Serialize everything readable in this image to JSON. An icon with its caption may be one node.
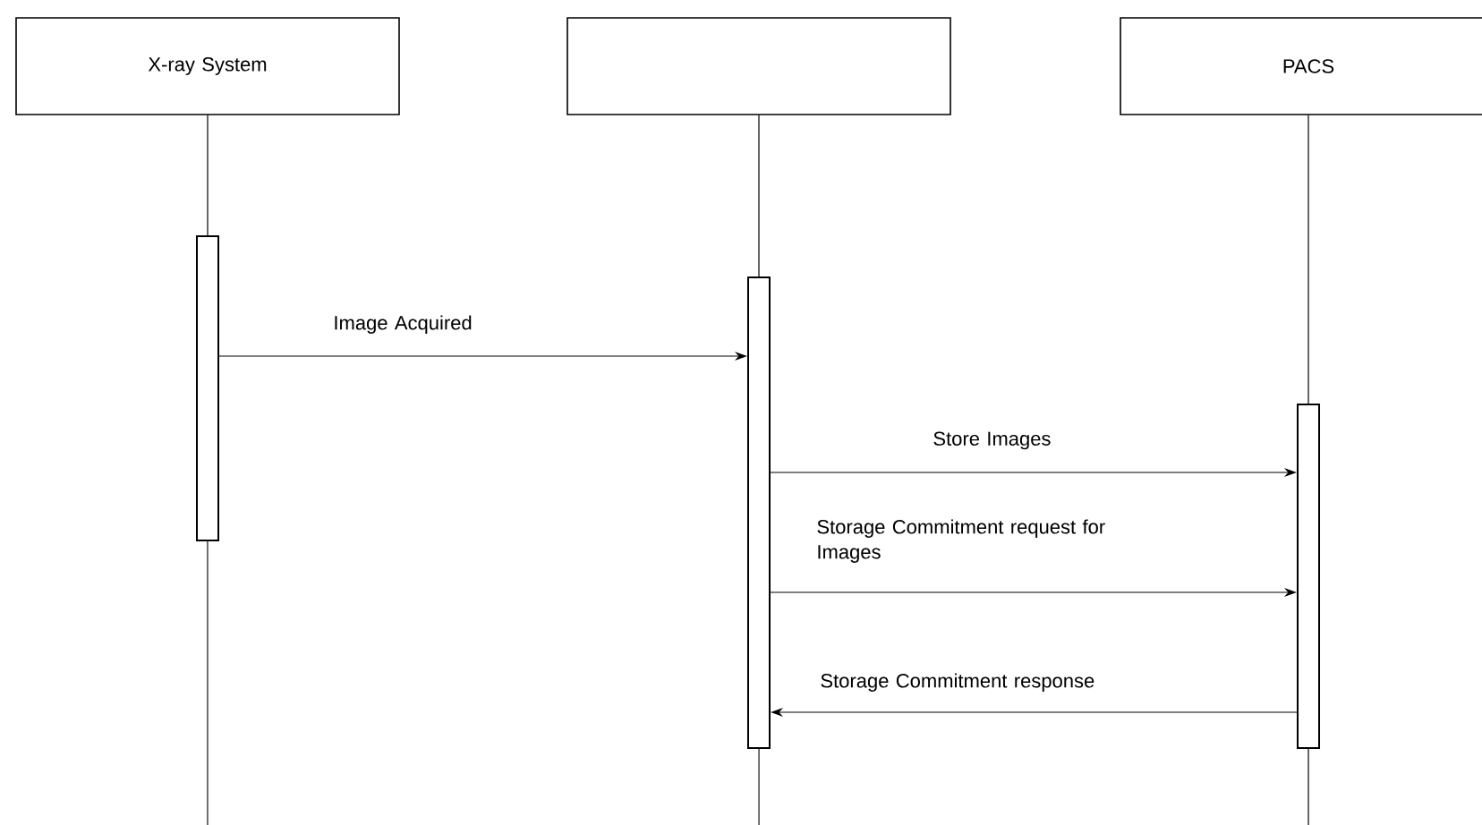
{
  "diagram": {
    "nodes": [
      {
        "text": [
          "X-ray System"
        ]
      },
      {
        "text": [],
        "shape": "box"
      },
      {
        "text": [
          "PACS"
        ]
      },
      {
        "text": [],
        "shape": "bar"
      },
      {
        "text": [],
        "shape": "bar"
      },
      {
        "text": [],
        "shape": "bar"
      }
    ],
    "edges": [
      {
        "from": 0,
        "to": 3,
        "arrow": "none"
      },
      {
        "from": 1,
        "to": 4,
        "arrow": "none"
      },
      {
        "from": 2,
        "to": 5,
        "arrow": "none"
      },
      {
        "from": 3,
        "to": 4,
        "arrow": "to",
        "label": "Image Acquired"
      },
      {
        "from": 4,
        "to": 5,
        "arrow": "to",
        "label": "Store Images"
      },
      {
        "from": 4,
        "to": 5,
        "arrow": "to",
        "label": "Storage Commitment request for Images"
      },
      {
        "from": 5,
        "to": 4,
        "arrow": "to",
        "label": "Storage Commitment response"
      }
    ]
  }
}
